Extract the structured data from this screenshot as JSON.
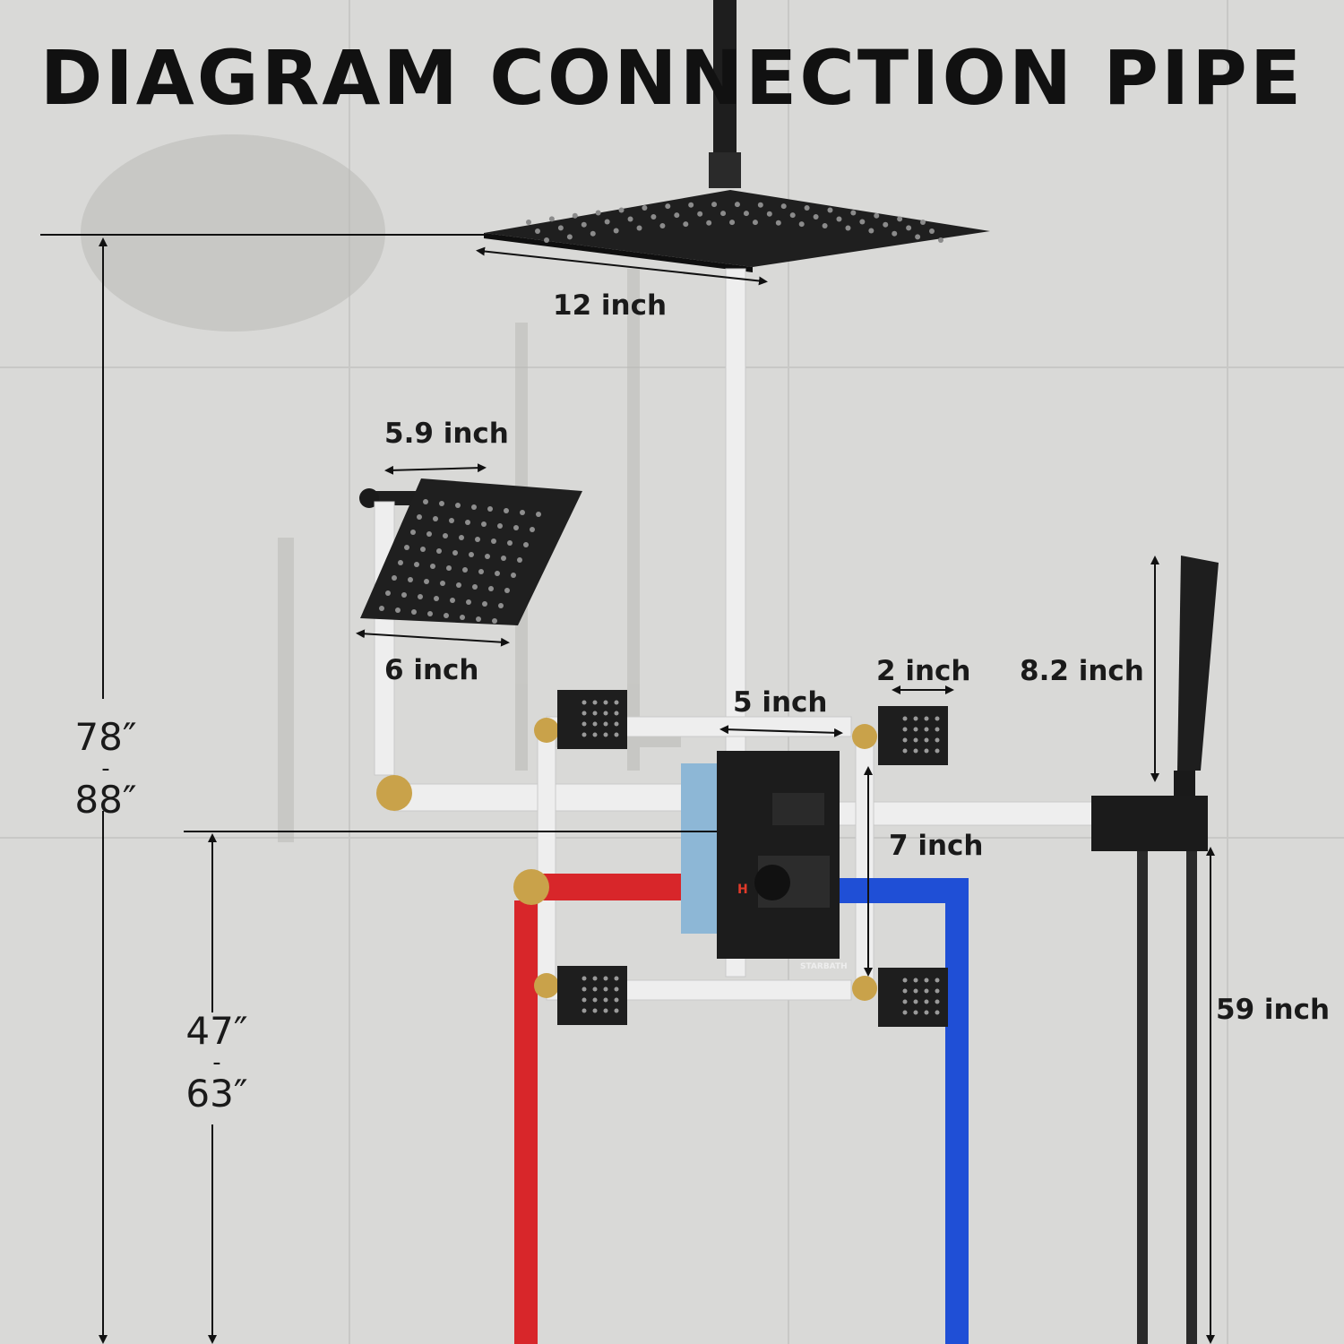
{
  "title": "DIAGRAM CONNECTION PIPE",
  "brand": "STARBATH",
  "valve_mark": "H",
  "dimensions": {
    "rain_head_width": "12 inch",
    "side_head_arm": "5.9 inch",
    "side_head_width": "6 inch",
    "body_jet_spacing": "5 inch",
    "body_jet_width": "2 inch",
    "handheld_length": "8.2 inch",
    "valve_to_jet": "7 inch",
    "hose_length": "59 inch",
    "ceiling_height_min": "78″",
    "ceiling_height_max": "88″",
    "valve_height_min": "47″",
    "valve_height_max": "63″",
    "range_separator": "-"
  },
  "colors": {
    "wall": "#d9d9d7",
    "hot_pipe": "#d8262a",
    "cold_pipe": "#1f4fd6",
    "pipe": "#eeeeee",
    "brass": "#c9a24a",
    "fixture": "#1e1e1e"
  }
}
